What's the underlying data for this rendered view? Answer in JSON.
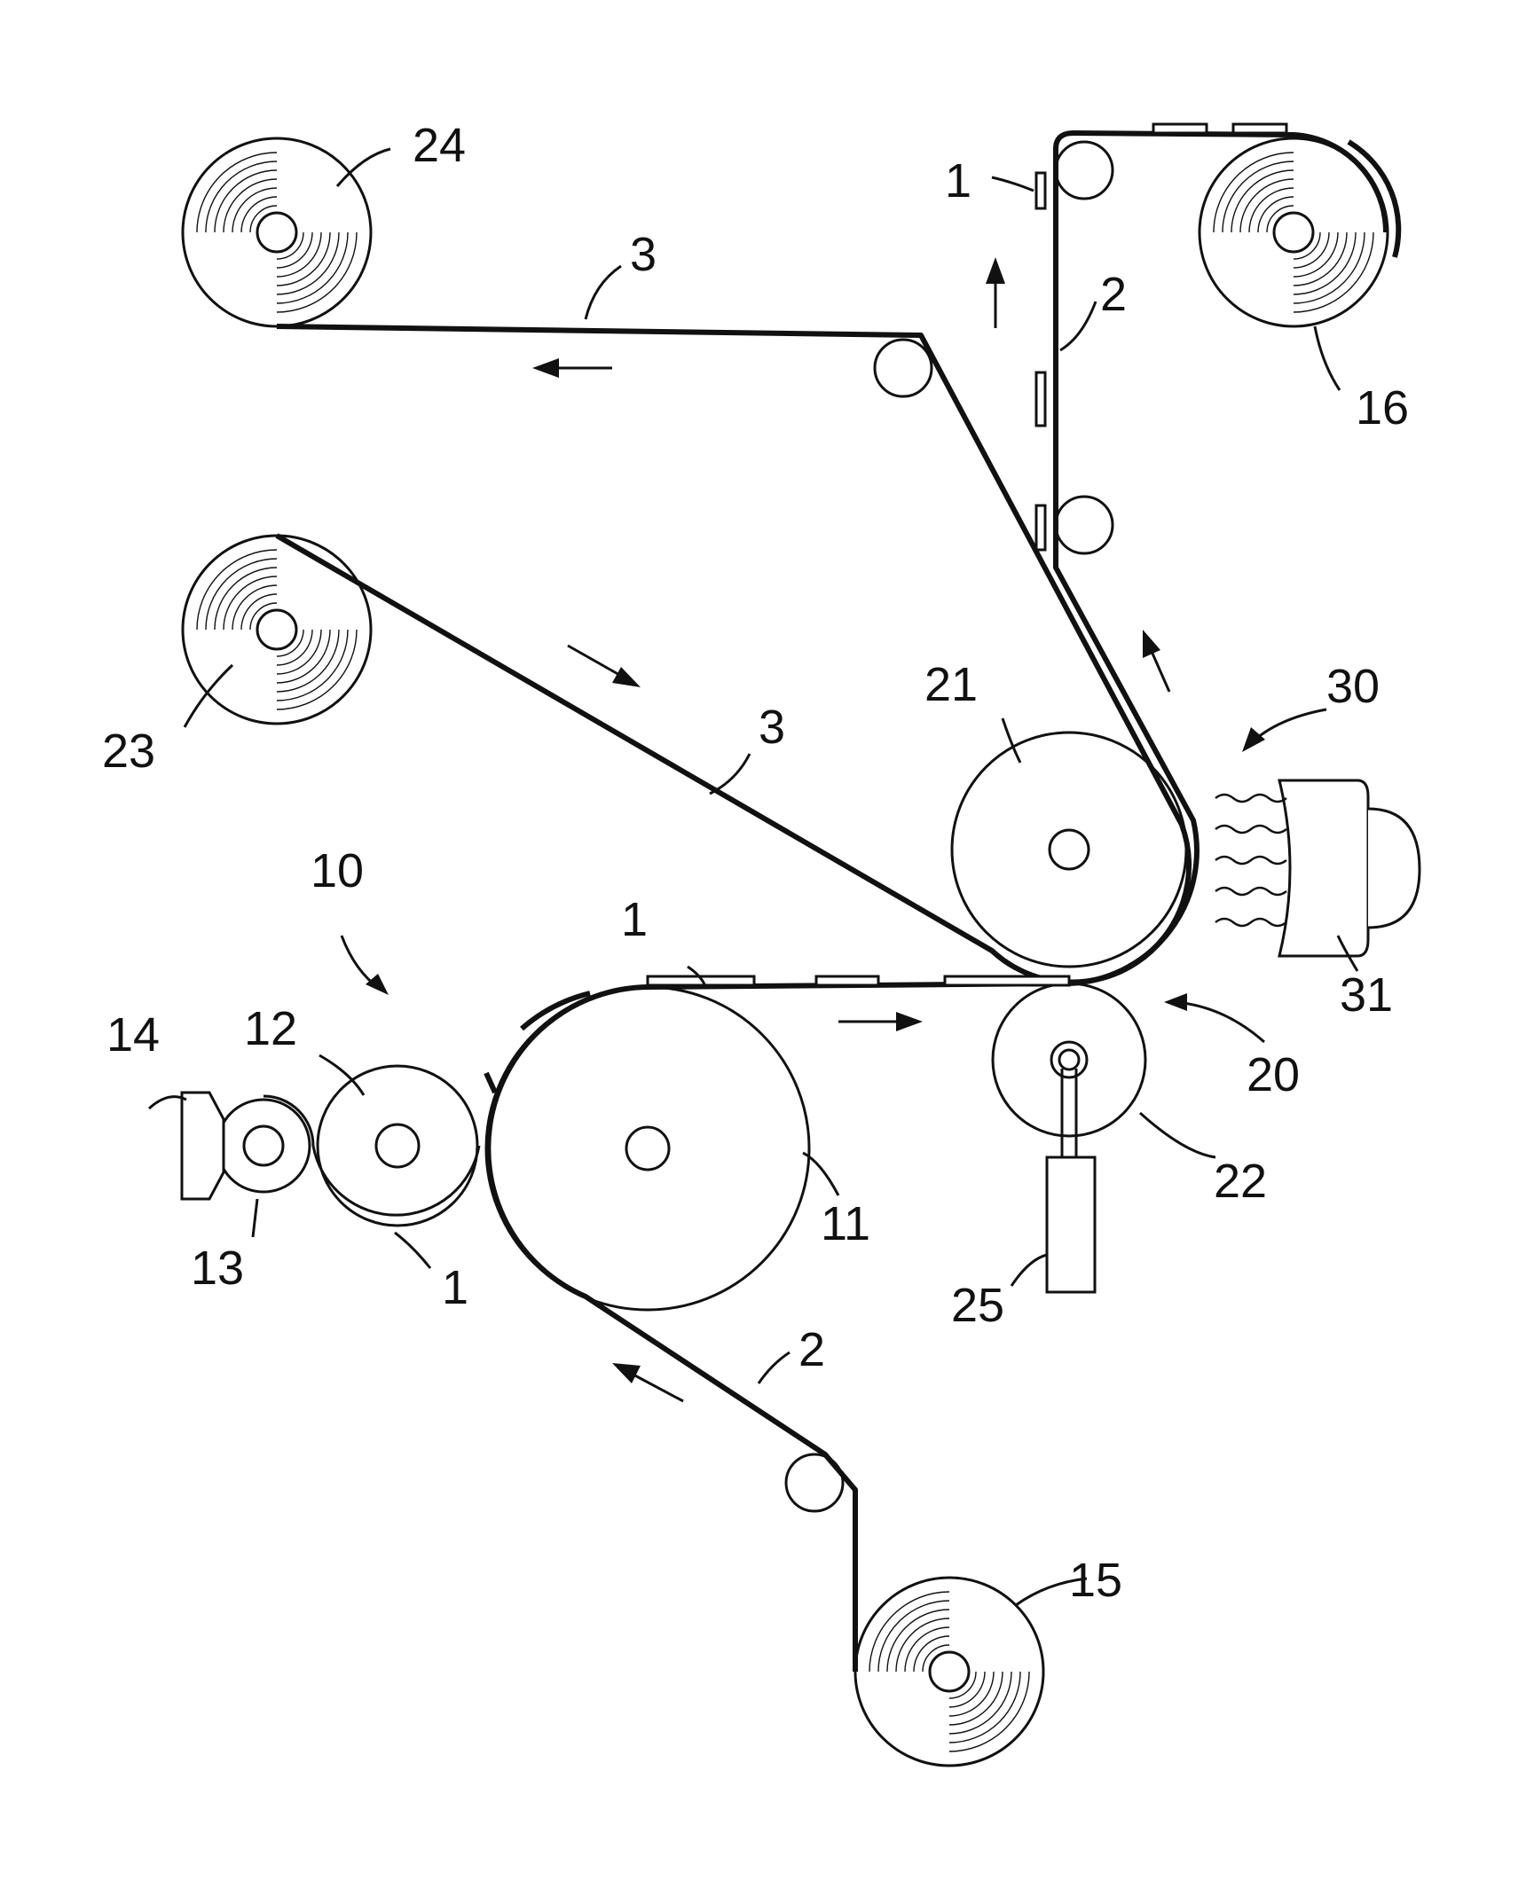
{
  "labels": {
    "roll_24": "24",
    "roll_23": "23",
    "roll_16": "16",
    "roll_15": "15",
    "roll_21": "21",
    "roll_22": "22",
    "roll_11": "11",
    "roll_12": "12",
    "roll_13": "13",
    "part_14": "14",
    "part_25": "25",
    "part_31": "31",
    "unit_10": "10",
    "unit_20": "20",
    "unit_30": "30",
    "ref_1_top": "1",
    "ref_1_mid": "1",
    "ref_1_bottom": "1",
    "ref_2_top": "2",
    "ref_2_bottom": "2",
    "ref_3_top": "3",
    "ref_3_mid": "3"
  }
}
